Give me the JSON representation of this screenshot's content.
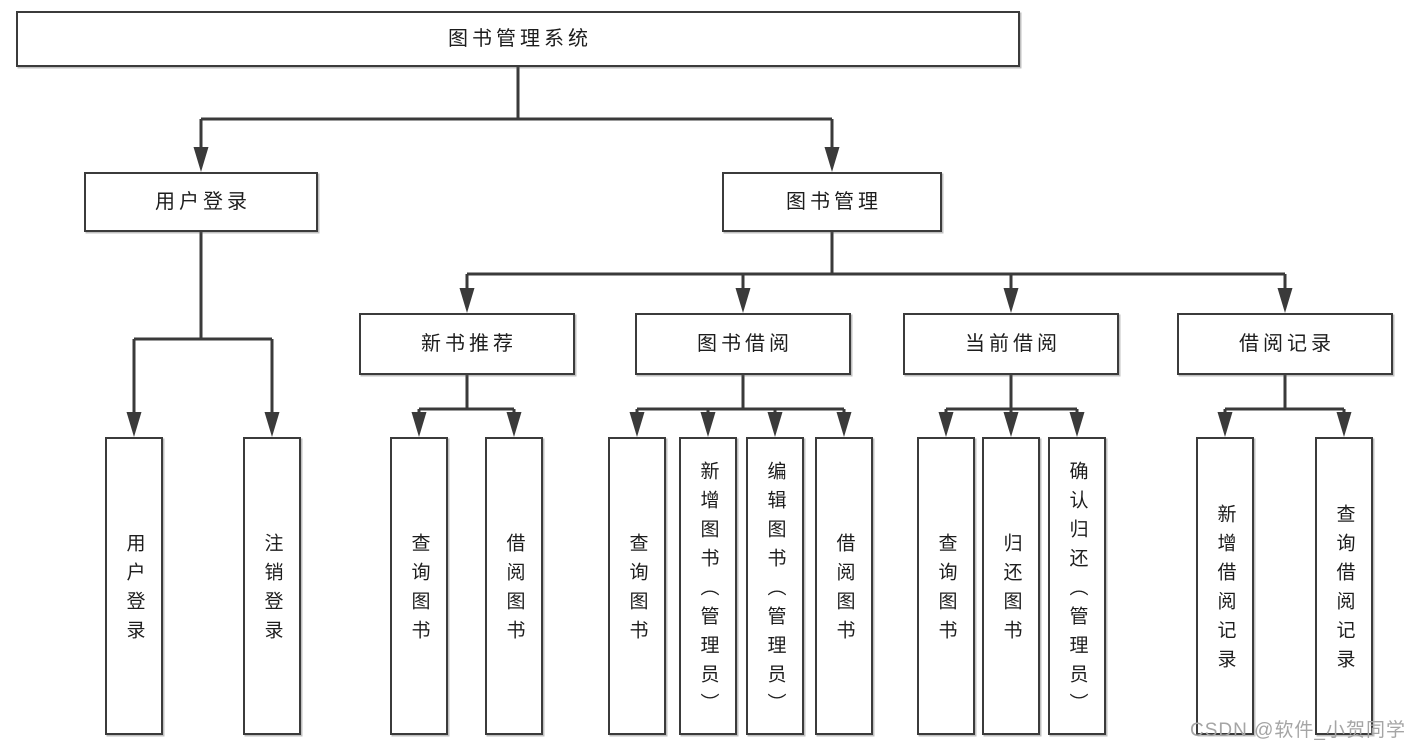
{
  "diagram": {
    "title": "图书管理系统",
    "branches": [
      {
        "label": "用户登录",
        "children": [
          {
            "label": "用户登录"
          },
          {
            "label": "注销登录"
          }
        ]
      },
      {
        "label": "图书管理",
        "children": [
          {
            "label": "新书推荐",
            "children": [
              {
                "label": "查询图书"
              },
              {
                "label": "借阅图书"
              }
            ]
          },
          {
            "label": "图书借阅",
            "children": [
              {
                "label": "查询图书"
              },
              {
                "label": "新增图书（管理员）"
              },
              {
                "label": "编辑图书（管理员）"
              },
              {
                "label": "借阅图书"
              }
            ]
          },
          {
            "label": "当前借阅",
            "children": [
              {
                "label": "查询图书"
              },
              {
                "label": "归还图书"
              },
              {
                "label": "确认归还（管理员）"
              }
            ]
          },
          {
            "label": "借阅记录",
            "children": [
              {
                "label": "新增借阅记录"
              },
              {
                "label": "查询借阅记录"
              }
            ]
          }
        ]
      }
    ]
  },
  "watermark": {
    "text": "CSDN @软件_小贺同学",
    "color": "#a5a5a5"
  },
  "colors": {
    "line": "#3a3a3a",
    "box_border": "#3b3b3b",
    "text": "#1d1d1d",
    "background": "#ffffff"
  }
}
